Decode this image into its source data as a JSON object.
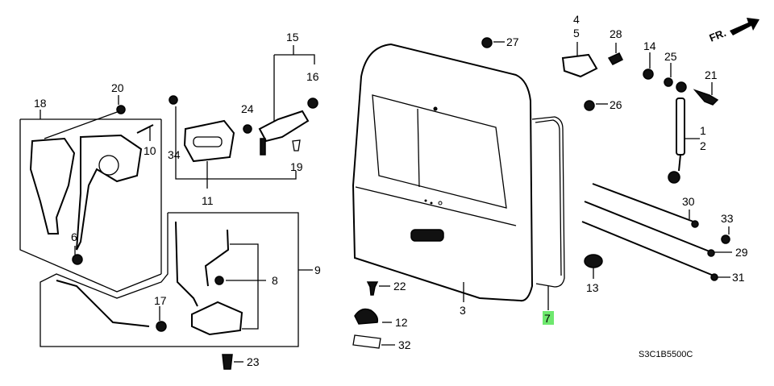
{
  "diagram": {
    "title": "Tailgate parts diagram",
    "code": "S3C1B5500C",
    "direction_marker": "FR.",
    "highlight_color": "#6ee86e",
    "callouts": {
      "c1": "1",
      "c2": "2",
      "c3": "3",
      "c4": "4",
      "c5": "5",
      "c6": "6",
      "c7": "7",
      "c8": "8",
      "c9": "9",
      "c10": "10",
      "c11": "11",
      "c12": "12",
      "c13": "13",
      "c14": "14",
      "c15": "15",
      "c16": "16",
      "c17": "17",
      "c18": "18",
      "c19": "19",
      "c20": "20",
      "c21": "21",
      "c22": "22",
      "c23": "23",
      "c24": "24",
      "c25": "25",
      "c26": "26",
      "c27": "27",
      "c28": "28",
      "c29": "29",
      "c30": "30",
      "c31": "31",
      "c32": "32",
      "c33": "33",
      "c34": "34"
    },
    "highlighted_callout": "7"
  }
}
